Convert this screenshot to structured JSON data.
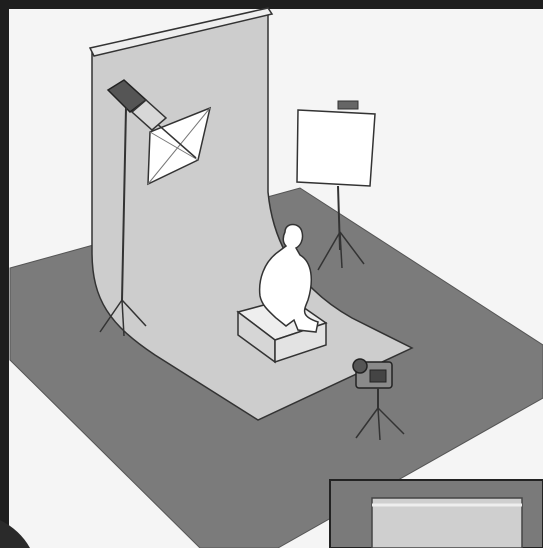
{
  "scene": {
    "objects": [
      "background-paper-roll",
      "umbrella-light",
      "reflector-panel",
      "seated-subject",
      "posing-box",
      "camera-on-tripod",
      "studio-floor",
      "inset-preview"
    ]
  },
  "colors": {
    "outer_bg": "#1e1e1e",
    "frame": "#f5f5f5",
    "floor": "#7b7b7b",
    "backdrop": "#cdcdcd",
    "stroke": "#333333",
    "white": "#ffffff"
  }
}
